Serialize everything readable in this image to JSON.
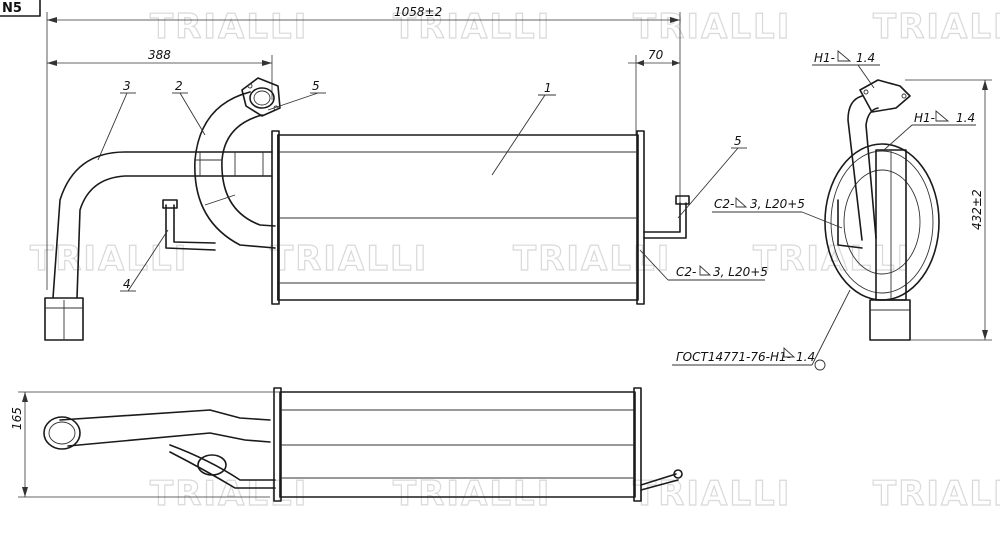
{
  "drawing": {
    "corner_label": "N5",
    "watermark": "TRIALLI",
    "dimensions": {
      "overall_length": "1058±2",
      "inlet_offset": "388",
      "outlet_offset": "70",
      "height": "432±2",
      "depth": "165"
    },
    "part_numbers": [
      "1",
      "2",
      "3",
      "4",
      "5",
      "5"
    ],
    "weld_notes": {
      "h1_top": "H1-",
      "h1_top_value": "1.4",
      "h1_mid": "H1-",
      "h1_mid_value": "1.4",
      "c2_right": "C2-",
      "c2_right_value": "3, L20+5",
      "c2_center": "C2-",
      "c2_center_value": "3, L20+5",
      "gost": "ГОСТ14771-76-H1-",
      "gost_value": "1.4"
    }
  }
}
